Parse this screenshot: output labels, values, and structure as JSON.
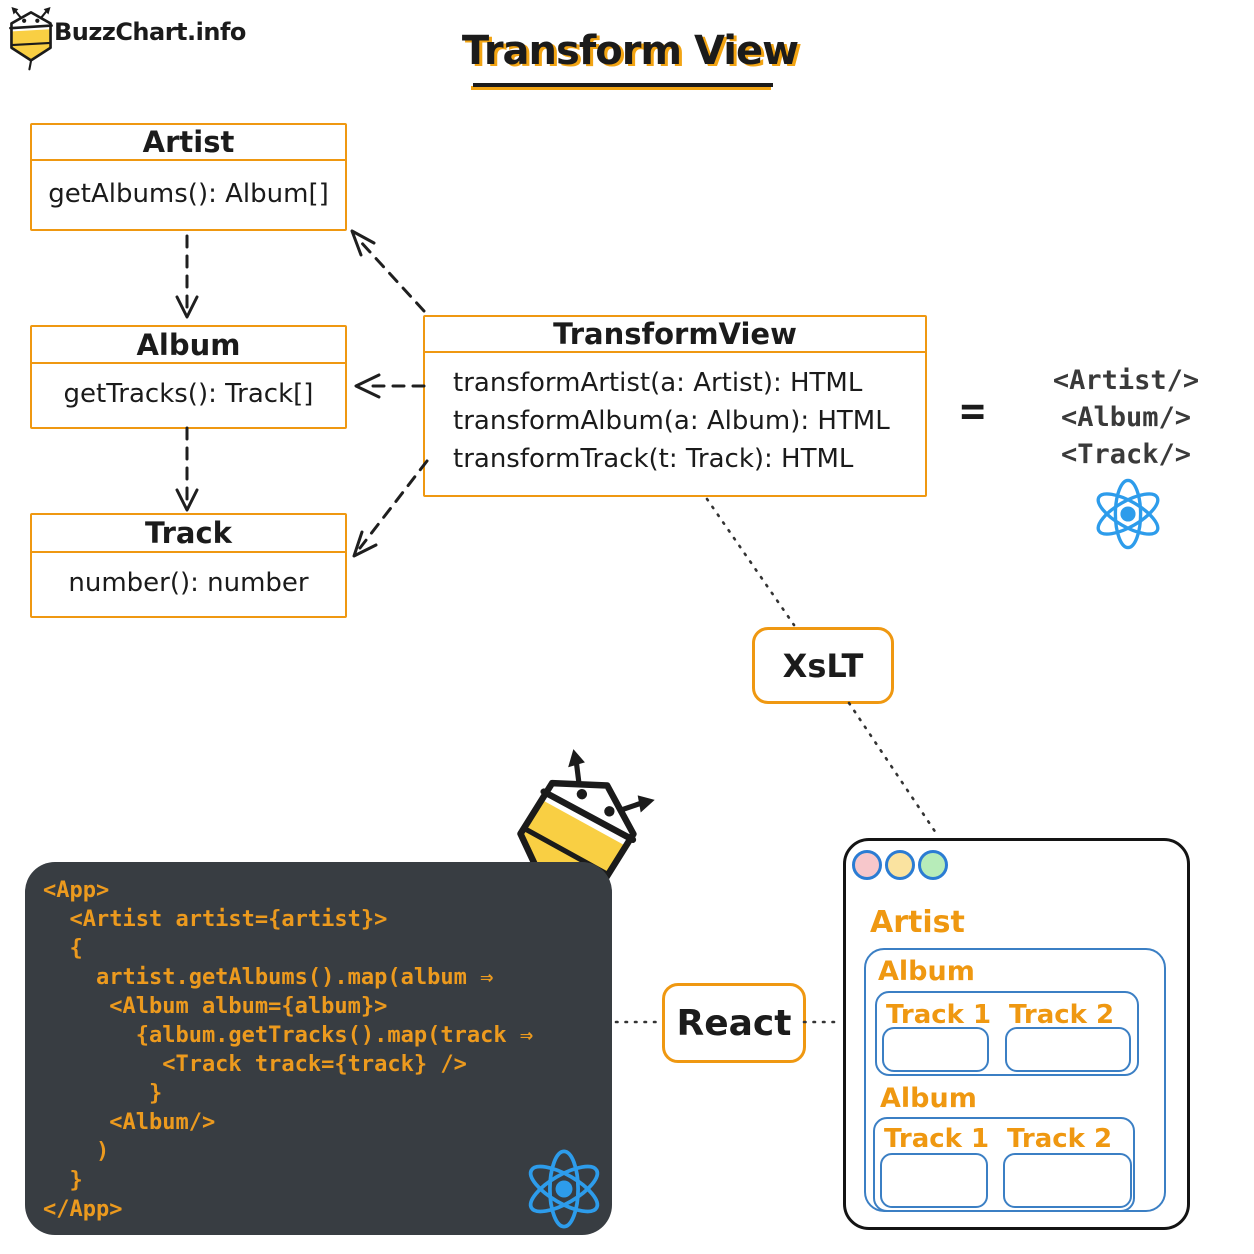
{
  "site": {
    "logo_text": "BuzzChart.info"
  },
  "title": {
    "text": "Transform View"
  },
  "uml": {
    "artist": {
      "name": "Artist",
      "member": "getAlbums(): Album[]"
    },
    "album": {
      "name": "Album",
      "member": "getTracks(): Track[]"
    },
    "track": {
      "name": "Track",
      "member": "number(): number"
    },
    "transform_view": {
      "name": "TransformView",
      "members": [
        "transformArtist(a: Artist): HTML",
        "transformAlbum(a: Album): HTML",
        "transformTrack(t: Track): HTML"
      ]
    }
  },
  "equivalence": {
    "equals": "=",
    "tags": [
      "<Artist/>",
      "<Album/>",
      "<Track/>"
    ]
  },
  "connectors": {
    "xslt_label": "XsLT",
    "react_label": "React"
  },
  "code_block": {
    "lines": [
      "<App>",
      "  <Artist artist={artist}>",
      "  {",
      "    artist.getAlbums().map(album ⇒",
      "     <Album album={album}>",
      "       {album.getTracks().map(track ⇒",
      "         <Track track={track} />",
      "        }",
      "     <Album/>",
      "    )",
      "  }",
      "</App>"
    ]
  },
  "browser": {
    "artist_label": "Artist",
    "albums": [
      {
        "label": "Album",
        "tracks": [
          "Track 1",
          "Track 2"
        ]
      },
      {
        "label": "Album",
        "tracks": [
          "Track 1",
          "Track 2"
        ]
      }
    ]
  },
  "colors": {
    "orange": "#ef9811",
    "blue_accent": "#2d9ceb",
    "browser_blue": "#3b7fc4",
    "code_bg": "#383d42",
    "code_text": "#ec9a1e",
    "ink": "#1b1b1b",
    "bee_yellow": "#f9cf43",
    "traffic_red": "#f7c7cb",
    "traffic_yellow": "#fae3a0",
    "traffic_green": "#b7ecb9"
  }
}
